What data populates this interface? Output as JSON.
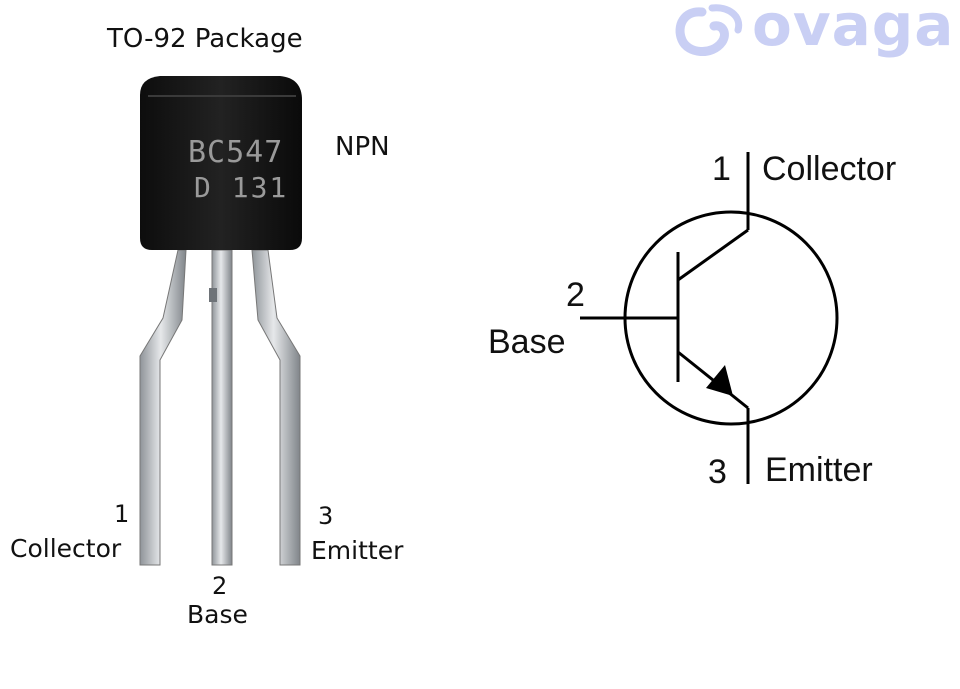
{
  "package": {
    "title": "TO-92 Package",
    "type_label": "NPN",
    "marking_line1": "BC547",
    "marking_line2": "D 131",
    "pins": [
      {
        "number": "1",
        "name": "Collector"
      },
      {
        "number": "2",
        "name": "Base"
      },
      {
        "number": "3",
        "name": "Emitter"
      }
    ]
  },
  "symbol": {
    "pins": [
      {
        "number": "1",
        "name": "Collector"
      },
      {
        "number": "2",
        "name": "Base"
      },
      {
        "number": "3",
        "name": "Emitter"
      }
    ]
  },
  "brand": {
    "logo_text": "ovaga",
    "logo_color": "#c9cff4"
  },
  "colors": {
    "body": "#1a1a1a",
    "lead": "#b8bcc0",
    "line": "#000000"
  }
}
